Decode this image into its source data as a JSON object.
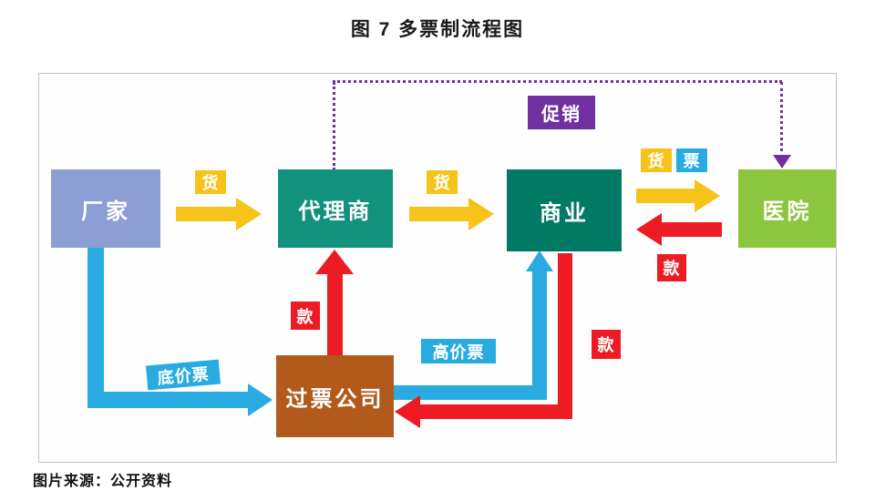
{
  "title": "图 7   多票制流程图",
  "caption": "图片来源：公开资料",
  "nodes": {
    "factory": "厂家",
    "agent": "代理商",
    "commerce": "商业",
    "hospital": "医院",
    "ticket_company": "过票公司",
    "promotion": "促销"
  },
  "edge_labels": {
    "goods_factory_agent": "货",
    "goods_agent_commerce": "货",
    "goods_commerce_hospital": "货",
    "ticket_commerce_hospital": "票",
    "payment_hospital_commerce": "款",
    "payment_ticketco_agent": "款",
    "payment_commerce_ticketco": "款",
    "low_price_ticket": "底价票",
    "high_price_ticket": "高价票"
  },
  "colors": {
    "factory": "#8C9FD4",
    "agent": "#12917D",
    "commerce": "#007A65",
    "hospital": "#8CC63E",
    "ticket_company": "#B15A1B",
    "promotion": "#7030A0",
    "goods_arrow": "#F5C319",
    "ticket_arrow": "#29ABE2",
    "payment_arrow": "#ED1C24"
  }
}
